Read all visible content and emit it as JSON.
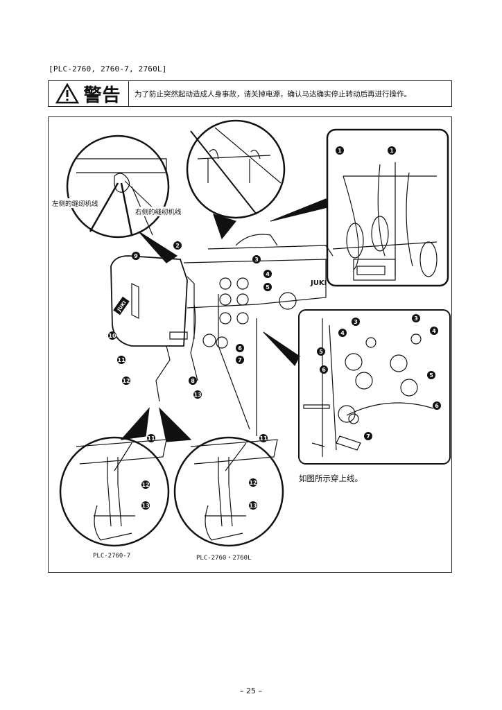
{
  "model_header": "[PLC-2760, 2760-7, 2760L]",
  "warning": {
    "label": "警告",
    "text": "为了防止突然起动造成人身事故，请关掉电源，确认马达确实停止转动后再进行操作。"
  },
  "figure": {
    "caption": "如图所示穿上线。",
    "thread_left_label": "左侧的缝纫机线",
    "thread_right_label": "右侧的缝纫机线",
    "brand_logo": "JUKI",
    "brand_on_arm": "JUKI",
    "model_left_label": "PLC-2760-7",
    "model_right_label": "PLC-2760・2760L",
    "callouts": {
      "c1": "1",
      "c2": "2",
      "c3": "3",
      "c4": "4",
      "c5": "5",
      "c6": "6",
      "c7": "7",
      "c8": "8",
      "c9": "9",
      "c10": "10",
      "c11": "11",
      "c12": "12",
      "c13": "13"
    }
  },
  "page_number": "– 25 –"
}
